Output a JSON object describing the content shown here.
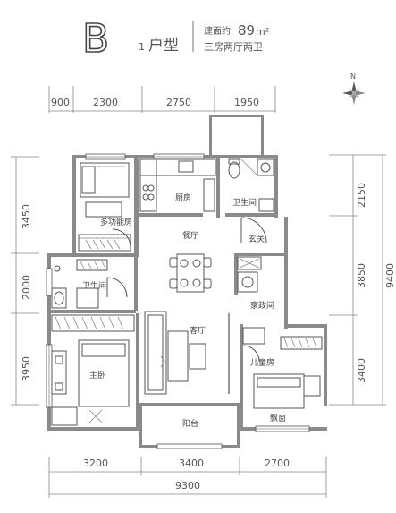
{
  "header": {
    "type_letter": "B",
    "type_sub": "1",
    "type_label": "户型",
    "area_prefix": "建面约",
    "area_value": "89",
    "area_unit": "m²",
    "layout_desc": "三房两厅两卫"
  },
  "compass": {
    "north_label": "N"
  },
  "dimensions": {
    "top": [
      "900",
      "2300",
      "2750",
      "1950"
    ],
    "left": [
      "3450",
      "2000",
      "3950"
    ],
    "right_inner": [
      "2150",
      "3850",
      "3400"
    ],
    "right_total": "9400",
    "bottom": [
      "3200",
      "3400",
      "2700"
    ],
    "bottom_total": "9300"
  },
  "rooms": {
    "multi_function": "多功能房",
    "kitchen": "厨房",
    "bathroom_top": "卫生间",
    "dining": "餐厅",
    "entrance": "玄关",
    "bathroom_master": "卫生间",
    "housekeeping": "家政间",
    "living": "客厅",
    "master_bedroom": "主卧",
    "kids_room": "儿童房",
    "balcony": "阳台",
    "bay_window": "飘窗"
  },
  "colors": {
    "wall": "#8a8a8a",
    "line": "#555555",
    "text": "#555555"
  }
}
